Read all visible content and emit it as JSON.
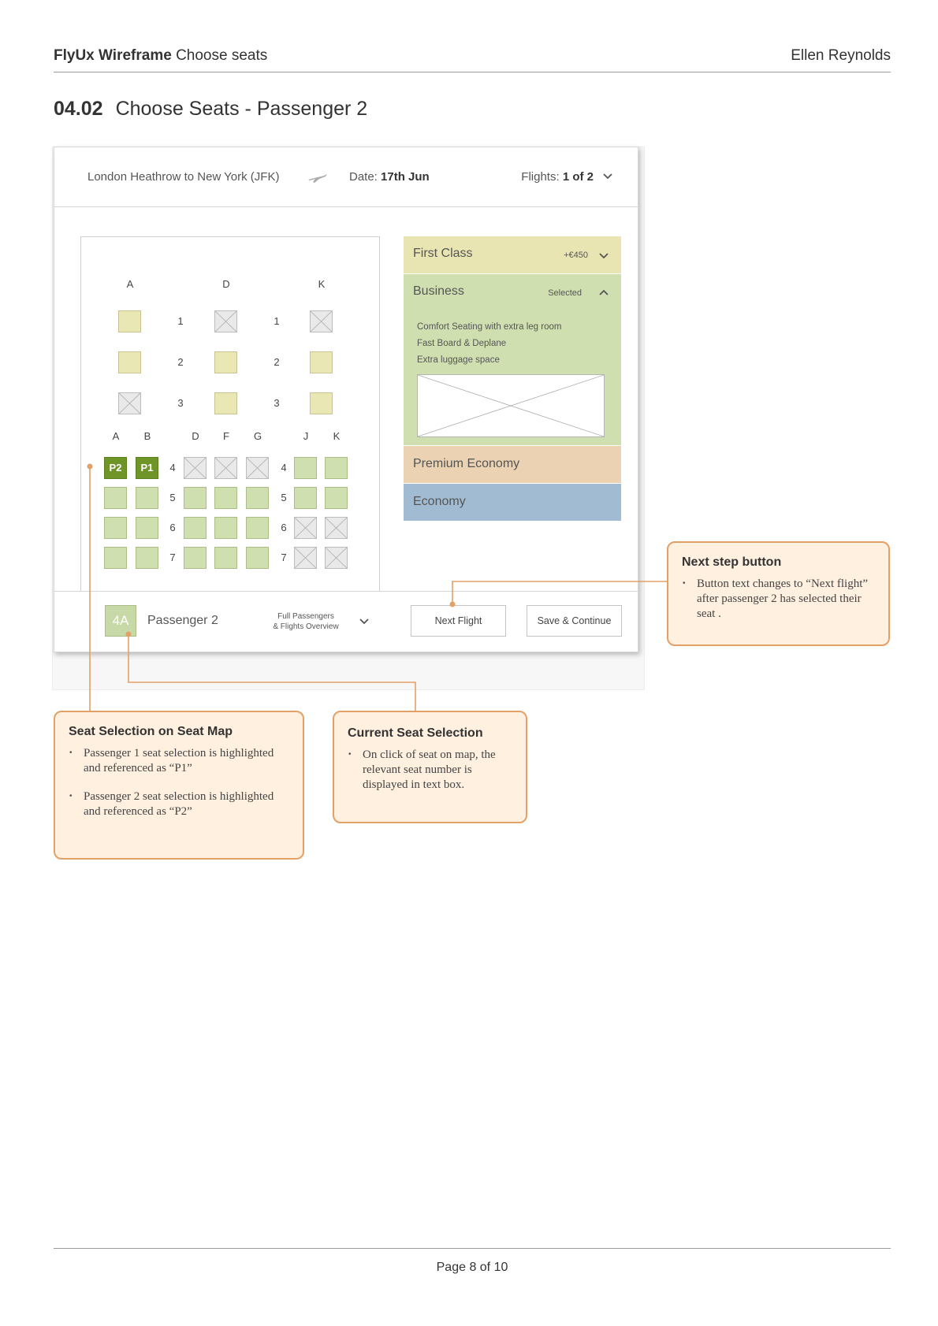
{
  "doc": {
    "brand": "FlyUx Wireframe",
    "subtitle": "Choose seats",
    "author": "Ellen Reynolds",
    "section_number": "04.02",
    "section_title": "Choose Seats - Passenger 2",
    "footer": "Page 8 of 10"
  },
  "topbar": {
    "route": "London Heathrow to New York (JFK)",
    "date_label": "Date:",
    "date_value": "17th Jun",
    "flights_label": "Flights:",
    "flights_value": "1 of 2",
    "icons": [
      "plane-icon",
      "chevron-down-icon"
    ]
  },
  "seatmap": {
    "first_class": {
      "columns": [
        "A",
        "D",
        "K"
      ],
      "rows": [
        {
          "row": "1",
          "seats": [
            "available",
            "taken",
            "taken"
          ]
        },
        {
          "row": "2",
          "seats": [
            "available",
            "available",
            "available"
          ]
        },
        {
          "row": "3",
          "seats": [
            "taken",
            "available",
            "available"
          ]
        }
      ]
    },
    "business": {
      "columns": [
        "A",
        "B",
        "D",
        "F",
        "G",
        "J",
        "K"
      ],
      "rows": [
        {
          "row": "4",
          "seats": [
            "P2",
            "P1",
            "taken",
            "taken",
            "taken",
            "available",
            "available"
          ]
        },
        {
          "row": "5",
          "seats": [
            "available",
            "available",
            "available",
            "available",
            "available",
            "available",
            "available"
          ]
        },
        {
          "row": "6",
          "seats": [
            "available",
            "available",
            "available",
            "available",
            "available",
            "taken",
            "taken"
          ]
        },
        {
          "row": "7",
          "seats": [
            "available",
            "available",
            "available",
            "available",
            "available",
            "taken",
            "taken"
          ]
        }
      ]
    },
    "selection_colors": {
      "first_available": "#e9e7b3",
      "business_available": "#d0dfb0",
      "taken": "#e9e9e9",
      "selected": "#6f9428"
    }
  },
  "classes": {
    "first": {
      "name": "First Class",
      "price": "+€450",
      "color": "#e9e5b2"
    },
    "business": {
      "name": "Business",
      "status": "Selected",
      "color": "#d0dfb0",
      "features": [
        "Comfort Seating with extra leg room",
        "Fast Board & Deplane",
        "Extra luggage space"
      ]
    },
    "premium": {
      "name": "Premium Economy",
      "color": "#ebd2b2"
    },
    "economy": {
      "name": "Economy",
      "color": "#a1bcd2"
    }
  },
  "bottombar": {
    "current_seat": "4A",
    "passenger": "Passenger 2",
    "overview_line1": "Full Passengers",
    "overview_line2": "& Flights Overview",
    "next_button": "Next Flight",
    "save_button": "Save & Continue"
  },
  "annotations": {
    "next_step": {
      "title": "Next step button",
      "bullet": "Button text changes to “Next flight” after passenger 2 has selected their seat ."
    },
    "seat_map": {
      "title": "Seat Selection on Seat Map",
      "bullets": [
        "Passenger 1 seat selection is highlighted and referenced as “P1”",
        "Passenger 2 seat selection is highlighted and referenced as “P2”"
      ]
    },
    "current_seat": {
      "title": "Current Seat Selection",
      "bullet": "On click of seat on map, the relevant seat number is displayed in text box."
    },
    "accent_color": "#e3a067"
  }
}
